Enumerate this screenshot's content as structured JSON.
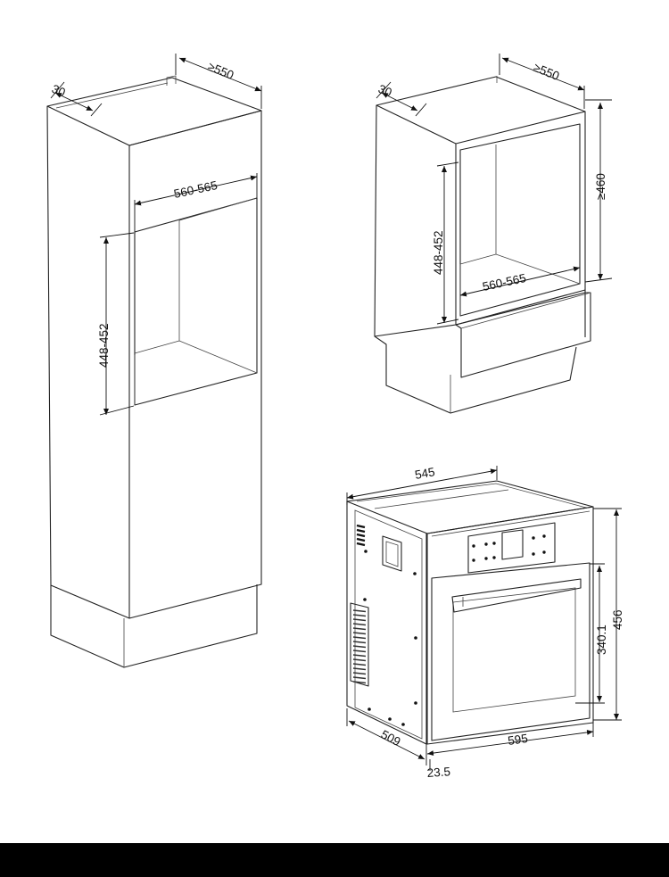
{
  "colors": {
    "line": "#222222",
    "background": "#ffffff",
    "footer_bar": "#000000"
  },
  "tall_cabinet": {
    "depth_label": "≥550",
    "gap_label": "30",
    "opening_width_label": "560-565",
    "opening_height_label": "448-452"
  },
  "base_cabinet": {
    "depth_label": "≥550",
    "gap_label": "30",
    "height_label": "≥460",
    "opening_height_label": "448-452",
    "opening_width_label": "560-565"
  },
  "oven": {
    "top_width_label": "545",
    "overall_height_label": "456",
    "inner_height_label": "340.1",
    "depth_label": "509",
    "front_width_label": "595",
    "panel_label": "23.5"
  }
}
